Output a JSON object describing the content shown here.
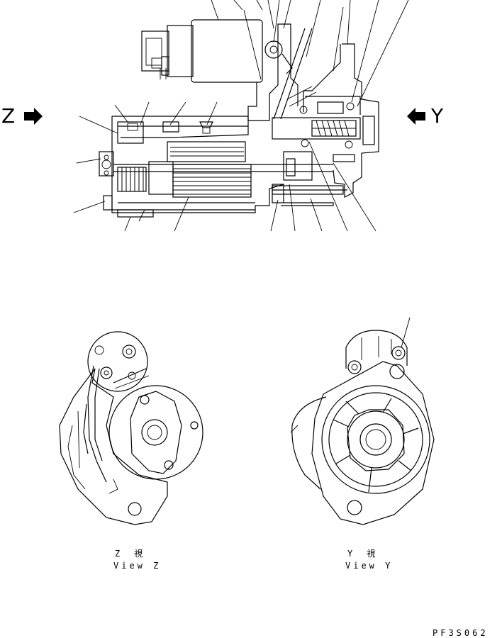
{
  "arrows": {
    "left_letter": "Z",
    "right_letter": "Y"
  },
  "views": {
    "z_caption_ja": "Z　視",
    "z_caption_en": "View Z",
    "y_caption_ja": "Y　視",
    "y_caption_en": "View Y"
  },
  "figure_code": "PF3S062"
}
